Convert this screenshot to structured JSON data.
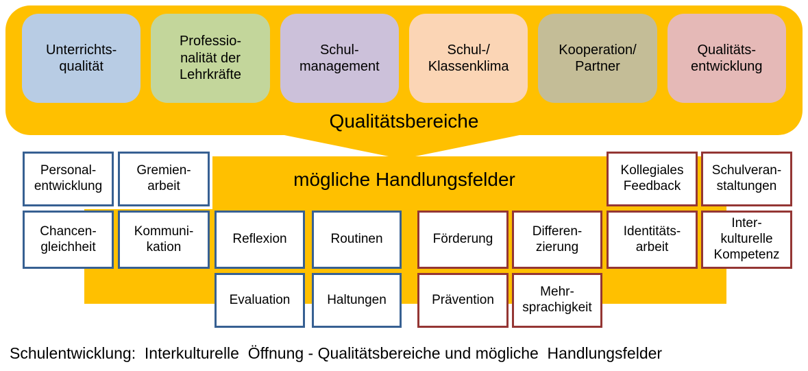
{
  "diagram": {
    "banner": {
      "title": "Qualitätsbereiche",
      "background_color": "#FFC000",
      "areas": [
        {
          "label": "Unterrichts-\nqualität",
          "color": "#B8CCE4"
        },
        {
          "label": "Professio-\nnalität der\nLehrkräfte",
          "color": "#C3D69B"
        },
        {
          "label": "Schul-\nmanagement",
          "color": "#CCC1DA"
        },
        {
          "label": "Schul-/\nKlassenklima",
          "color": "#FBD5B5"
        },
        {
          "label": "Kooperation/\nPartner",
          "color": "#C4BD97"
        },
        {
          "label": "Qualitäts-\nentwicklung",
          "color": "#E5B9B7"
        }
      ]
    },
    "fields": {
      "title": "mögliche Handlungsfelder",
      "background_color": "#FFC000",
      "blue_border_color": "#376092",
      "red_border_color": "#943634",
      "items": [
        {
          "label": "Personal-\nentwicklung",
          "group": "blue"
        },
        {
          "label": "Gremien-\narbeit",
          "group": "blue"
        },
        {
          "label": "Chancen-\ngleichheit",
          "group": "blue"
        },
        {
          "label": "Kommuni-\nkation",
          "group": "blue"
        },
        {
          "label": "Reflexion",
          "group": "blue"
        },
        {
          "label": "Routinen",
          "group": "blue"
        },
        {
          "label": "Evaluation",
          "group": "blue"
        },
        {
          "label": "Haltungen",
          "group": "blue"
        },
        {
          "label": "Förderung",
          "group": "red"
        },
        {
          "label": "Differen-\nzierung",
          "group": "red"
        },
        {
          "label": "Prävention",
          "group": "red"
        },
        {
          "label": "Mehr-\nsprachigkeit",
          "group": "red"
        },
        {
          "label": "Kollegiales\nFeedback",
          "group": "red"
        },
        {
          "label": "Schulveran-\nstaltungen",
          "group": "red"
        },
        {
          "label": "Identitäts-\narbeit",
          "group": "red"
        },
        {
          "label": "Inter-\nkulturelle\nKompetenz",
          "group": "red"
        }
      ]
    },
    "caption": "Schulentwicklung:  Interkulturelle  Öffnung - Qualitätsbereiche und mögliche  Handlungsfelder"
  }
}
